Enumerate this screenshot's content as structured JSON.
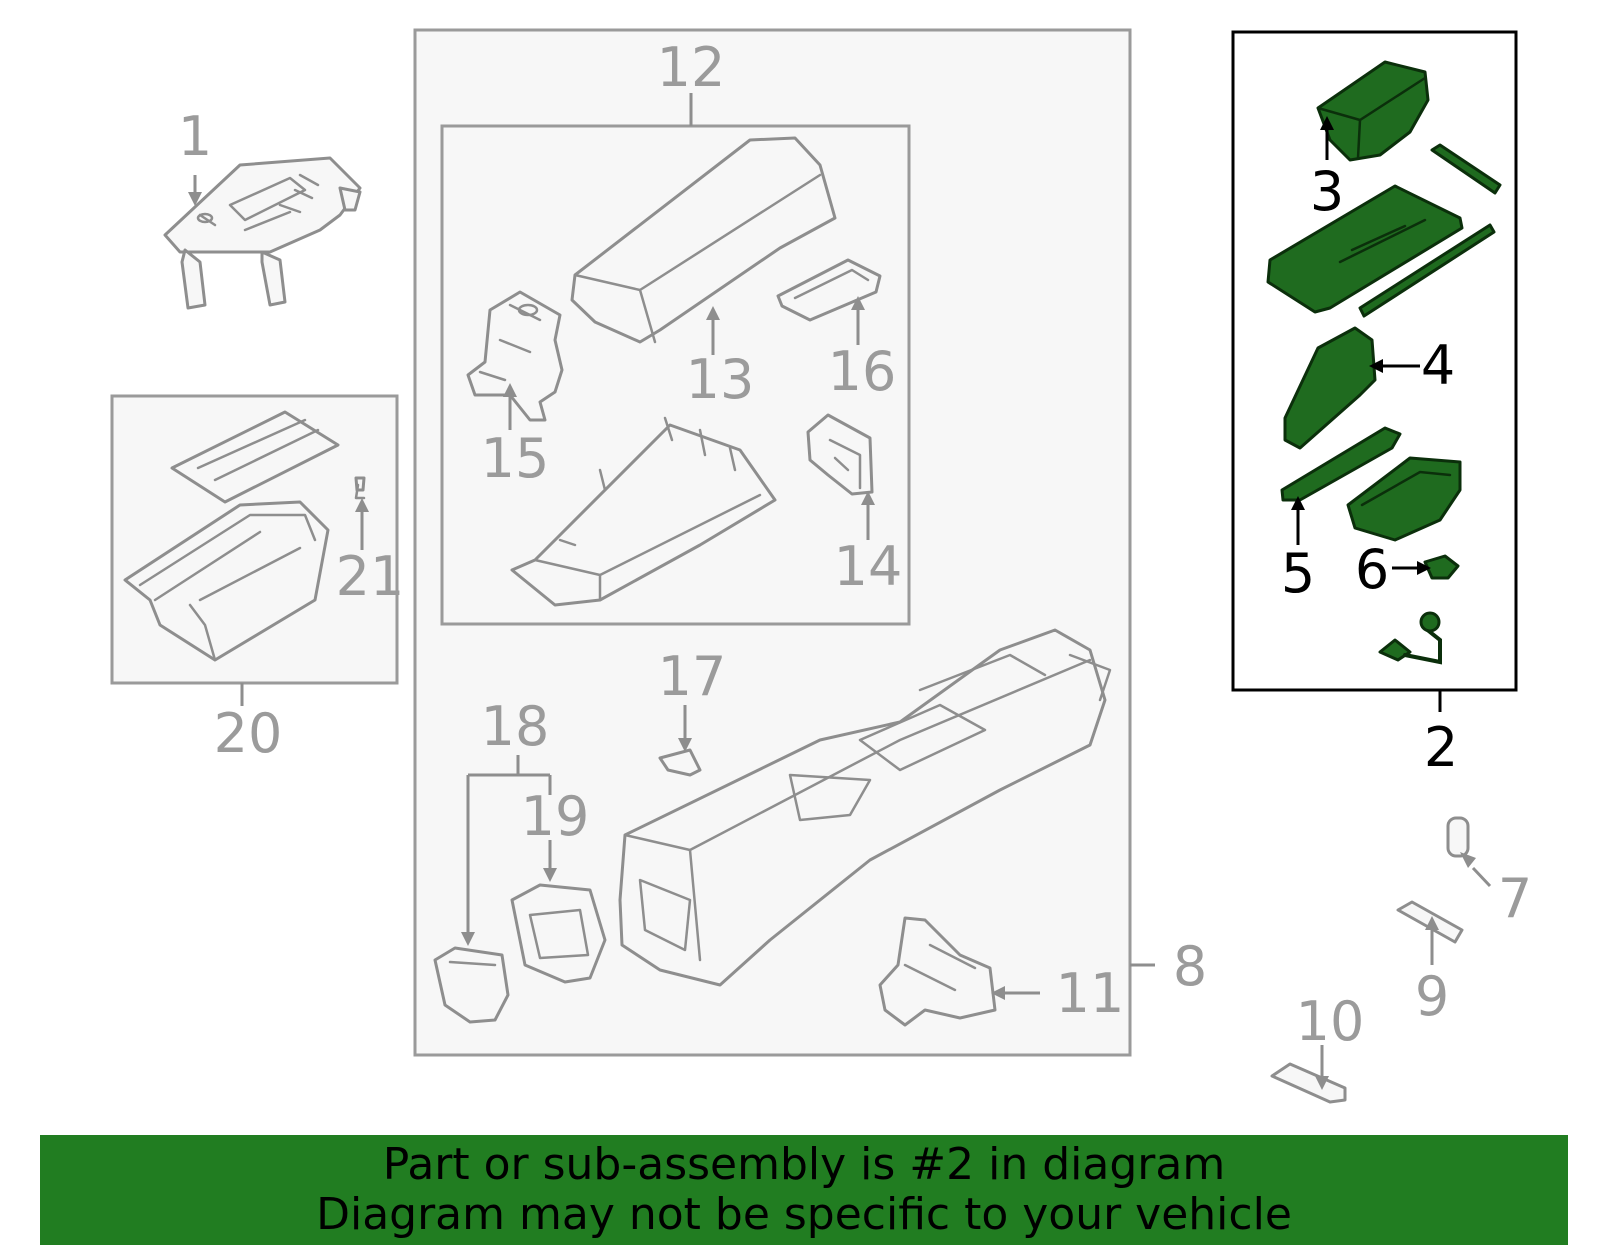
{
  "callouts": {
    "c1": "1",
    "c2": "2",
    "c3": "3",
    "c4": "4",
    "c5": "5",
    "c6": "6",
    "c7": "7",
    "c8": "8",
    "c9": "9",
    "c10": "10",
    "c11": "11",
    "c12": "12",
    "c13": "13",
    "c14": "14",
    "c15": "15",
    "c16": "16",
    "c17": "17",
    "c18": "18",
    "c19": "19",
    "c20": "20",
    "c21": "21"
  },
  "highlighted_part": "2",
  "colors": {
    "highlight_fill": "#1f6b1f",
    "banner_background": "#217d21",
    "part_outline": "#8e8e8e",
    "callout_gray": "#9b9b9b"
  },
  "banner": {
    "line1": "Part or sub-assembly is #2 in diagram",
    "line2": "Diagram may not be specific to your vehicle"
  }
}
